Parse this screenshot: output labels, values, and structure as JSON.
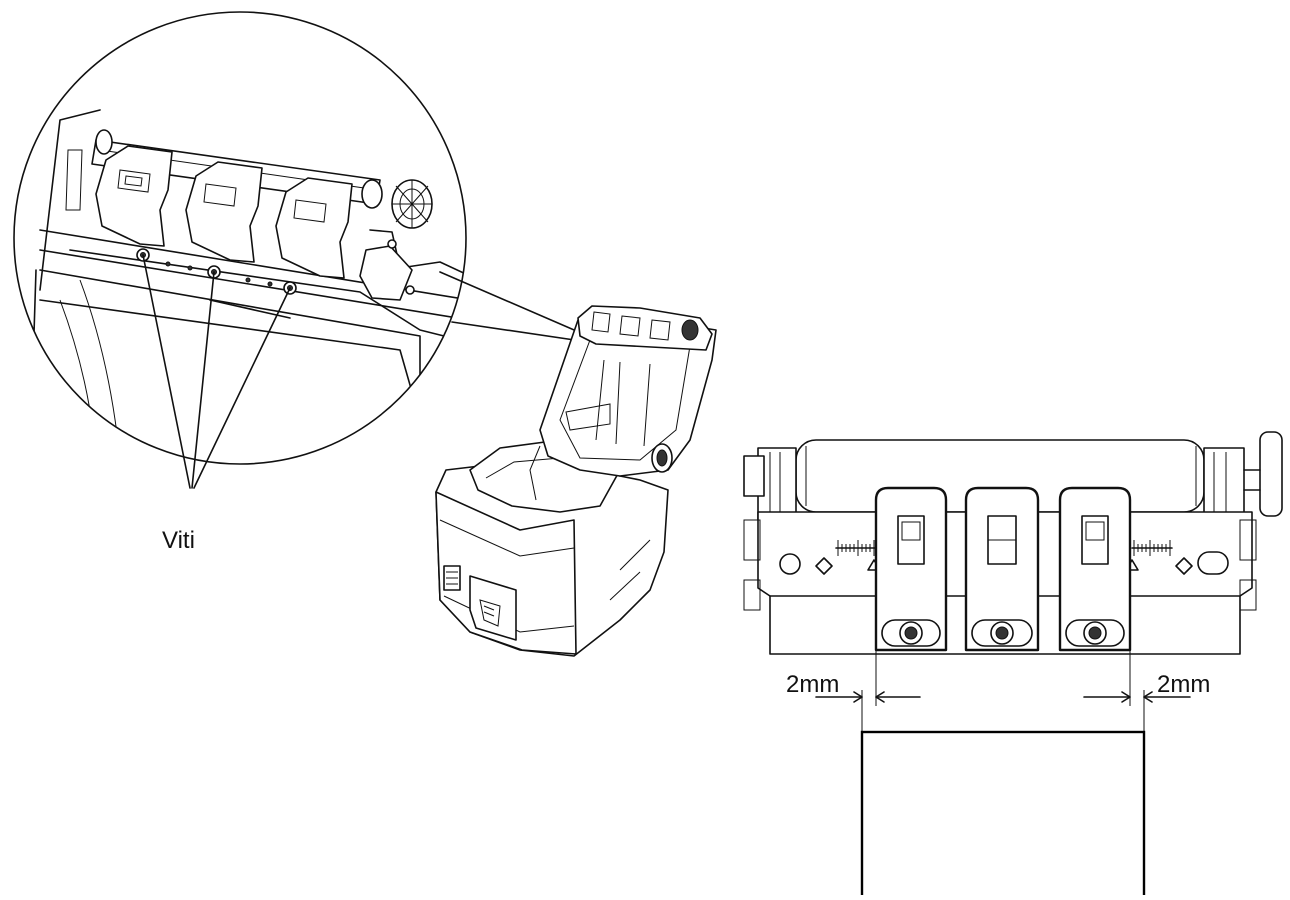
{
  "labels": {
    "screws": "Viti",
    "gap_left": "2mm",
    "gap_right": "2mm"
  },
  "colors": {
    "line": "#111111",
    "background": "#ffffff"
  }
}
